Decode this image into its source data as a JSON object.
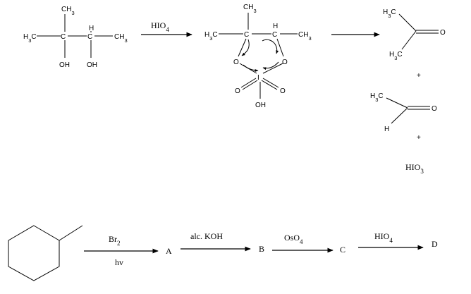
{
  "reaction1": {
    "reactant": {
      "top_ch3": "CH3",
      "left_h3c": "H3C",
      "c1": "C",
      "h_top": "H",
      "c2": "C",
      "right_ch3": "CH3",
      "oh1": "OH",
      "oh2": "OH"
    },
    "reagent": "HIO4",
    "intermediate": {
      "top_ch3": "CH3",
      "left_h3c": "H3C",
      "c1": "C",
      "h_top": "H",
      "c2": "C",
      "right_ch3": "CH3",
      "o_left": "O",
      "o_right": "O",
      "iodine": "I",
      "o_bl": "O",
      "o_br": "O",
      "oh": "OH"
    },
    "product1": {
      "methyl_top": "H3C",
      "methyl_bottom": "H3C",
      "oxygen": "O"
    },
    "plus1": "+",
    "product2": {
      "methyl": "H3C",
      "hydrogen": "H",
      "oxygen": "O"
    },
    "plus2": "+",
    "product3": "HIO3"
  },
  "reaction2": {
    "step1_reagent_top": "Br2",
    "step1_reagent_bottom": "hv",
    "product_a": "A",
    "step2_reagent": "alc. KOH",
    "product_b": "B",
    "step3_reagent": "OsO4",
    "product_c": "C",
    "step4_reagent": "HIO4",
    "product_d": "D"
  }
}
